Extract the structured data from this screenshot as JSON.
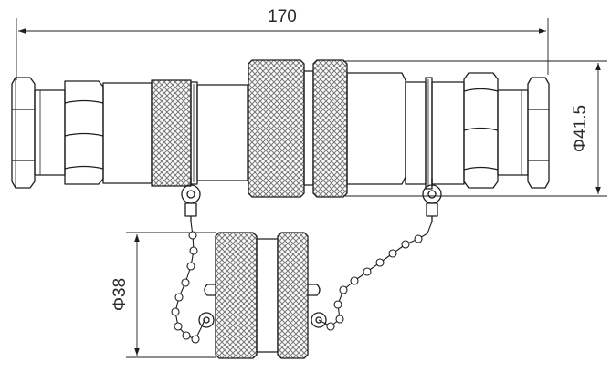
{
  "drawing": {
    "dim_overall_length": "170",
    "dim_body_diameter": "Φ41.5",
    "dim_cap_diameter": "Φ38"
  },
  "colors": {
    "line": "#1e1e1e",
    "knurl": "#8c8c8c",
    "background": "#ffffff"
  }
}
